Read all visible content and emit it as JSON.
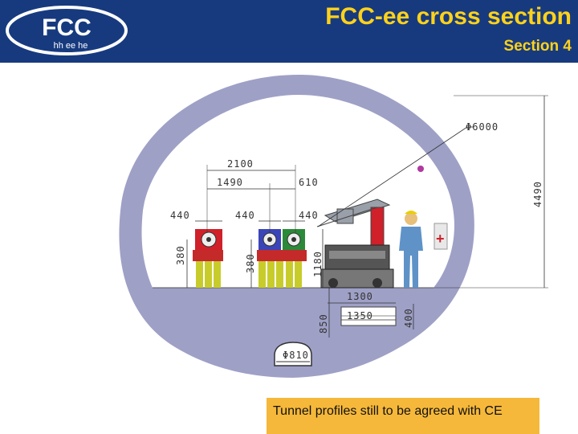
{
  "header": {
    "logo_text": "FCC",
    "logo_subtext": "hh ee he",
    "title": "FCC-ee cross section",
    "subtitle": "Section 4"
  },
  "diagram": {
    "tunnel_diameter": "Φ6000",
    "height_4490": "4490",
    "dim_2100": "2100",
    "dim_1490": "1490",
    "dim_610": "610",
    "dim_440_a": "440",
    "dim_440_b": "440",
    "dim_440_c": "440",
    "dim_380_a": "380",
    "dim_380_b": "380",
    "dim_1180": "1180",
    "dim_1300": "1300",
    "dim_1350": "1350",
    "dim_850": "850",
    "dim_400": "400",
    "drain_diameter": "Φ810",
    "colors": {
      "tunnel_wall": "#9ea0c6",
      "magnet_support": "#c8cc2a",
      "magnet_red": "#d0202a",
      "magnet_blue": "#3a45b8",
      "magnet_green": "#2a8a3a"
    }
  },
  "note": {
    "text": "Tunnel profiles still to be agreed with CE"
  }
}
